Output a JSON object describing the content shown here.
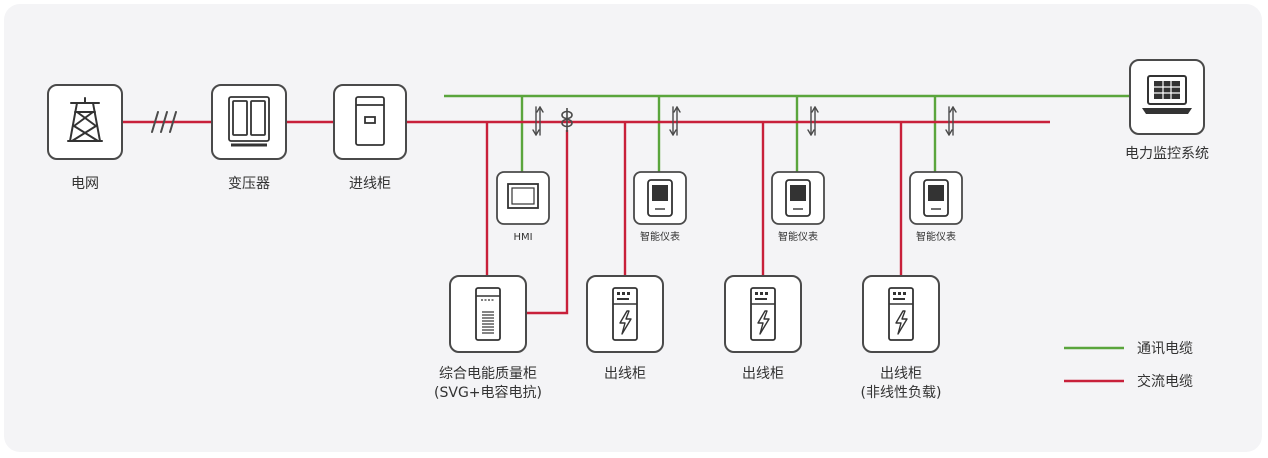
{
  "colors": {
    "background": "#f4f4f6",
    "communication_line": "#5aa53c",
    "ac_line": "#c8203a",
    "device_border": "#4a4a4a",
    "text": "#333333"
  },
  "nodes": {
    "grid": {
      "label": "电网",
      "icon": "transmission-tower-icon"
    },
    "transformer": {
      "label": "变压器",
      "icon": "transformer-cabinet-icon"
    },
    "incoming_cabinet": {
      "label": "进线柜",
      "icon": "cabinet-icon"
    },
    "monitoring_system": {
      "label": "电力监控系统",
      "icon": "laptop-icon"
    },
    "hmi": {
      "label": "HMI",
      "icon": "monitor-icon"
    },
    "power_quality_cabinet": {
      "label_line1": "综合电能质量柜",
      "label_line2": "(SVG+电容电抗)",
      "icon": "power-quality-cabinet-icon"
    },
    "smart_meters": [
      {
        "label": "智能仪表",
        "icon": "smart-meter-icon"
      },
      {
        "label": "智能仪表",
        "icon": "smart-meter-icon"
      },
      {
        "label": "智能仪表",
        "icon": "smart-meter-icon"
      }
    ],
    "outgoing_cabinets": [
      {
        "label_line1": "出线柜",
        "label_line2": "",
        "icon": "outgoing-cabinet-icon"
      },
      {
        "label_line1": "出线柜",
        "label_line2": "",
        "icon": "outgoing-cabinet-icon"
      },
      {
        "label_line1": "出线柜",
        "label_line2": "(非线性负载)",
        "icon": "outgoing-cabinet-icon"
      }
    ]
  },
  "legend": [
    {
      "label": "通讯电缆",
      "color": "#5aa53c"
    },
    {
      "label": "交流电缆",
      "color": "#c8203a"
    }
  ]
}
